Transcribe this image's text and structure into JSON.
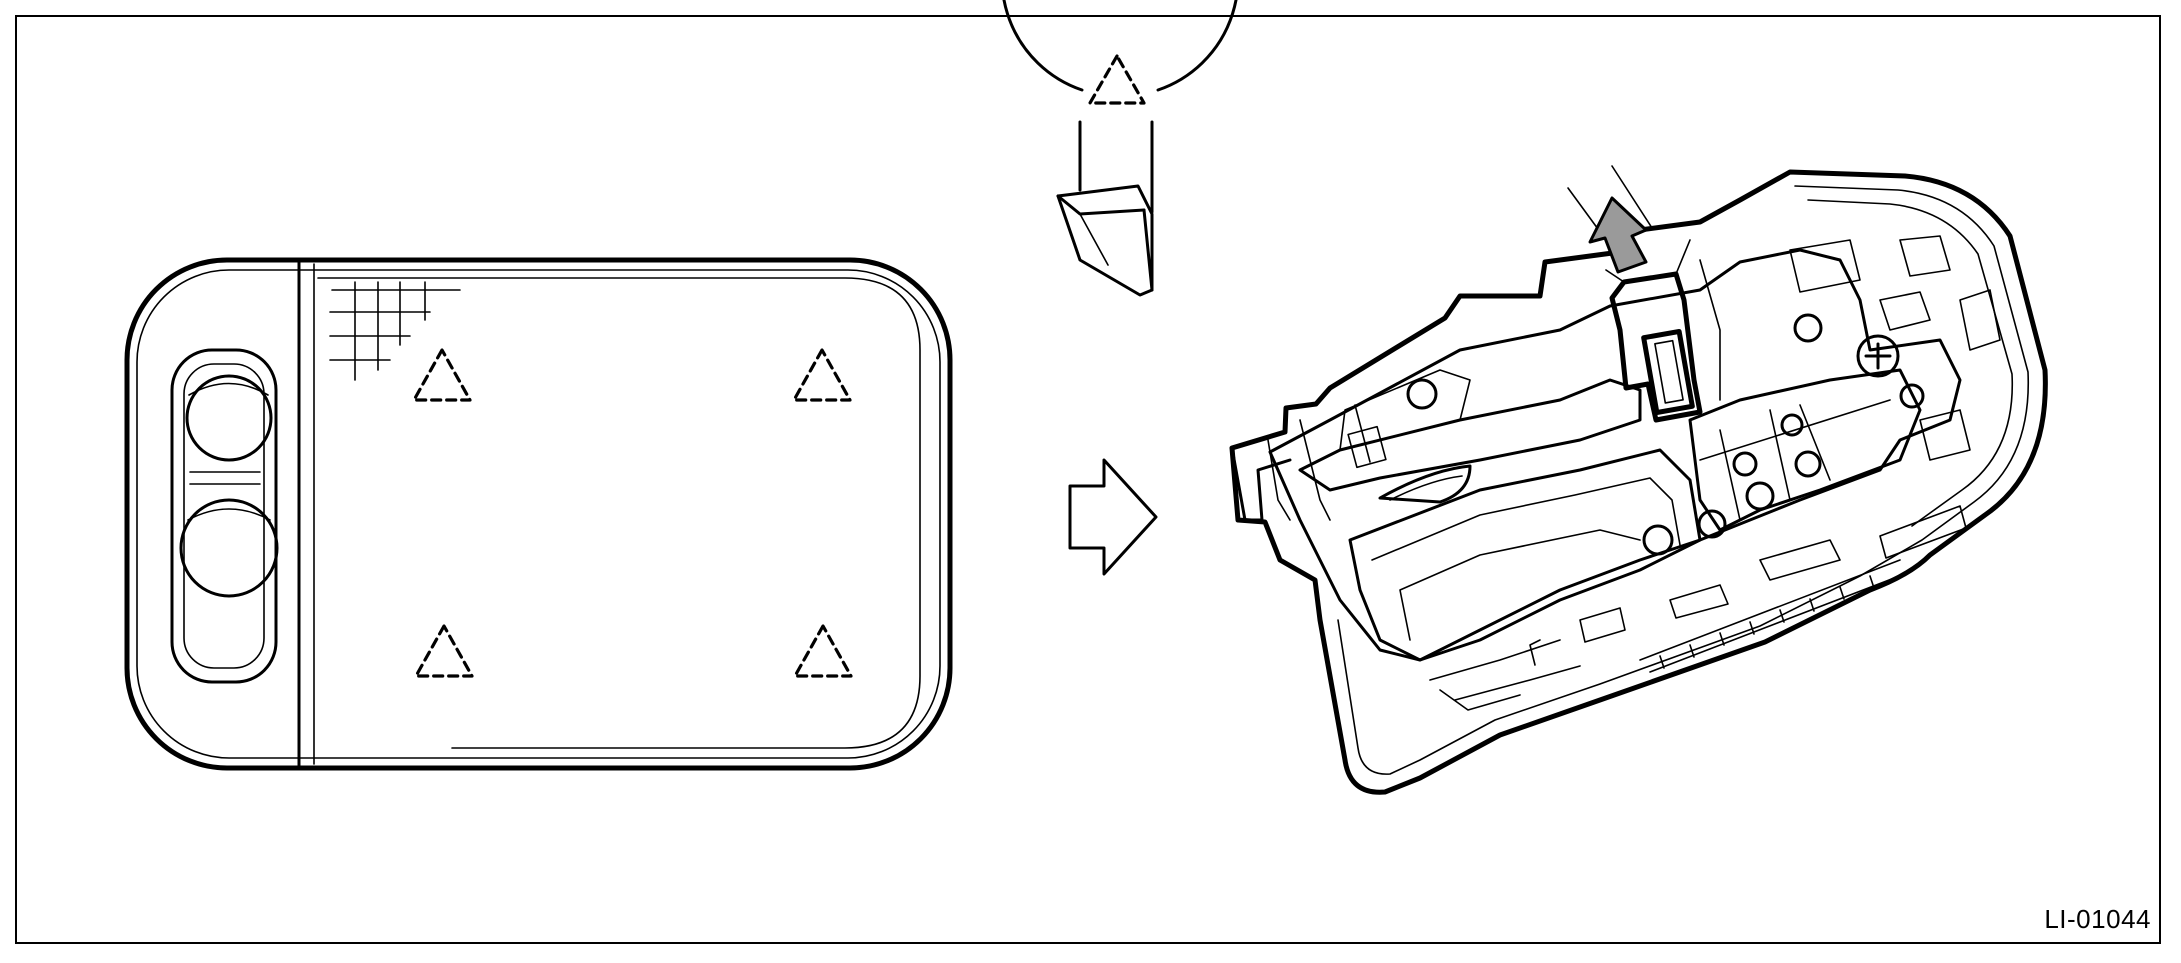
{
  "figure": {
    "code": "LI-01044"
  },
  "colors": {
    "line": "#000000",
    "background": "#ffffff",
    "arrow_fill": "#9a9a9a"
  },
  "icons": {
    "clip_marker": "dashed-triangle",
    "direction_arrow": "hollow-right-arrow",
    "pull_arrow": "gray-up-arrow"
  }
}
